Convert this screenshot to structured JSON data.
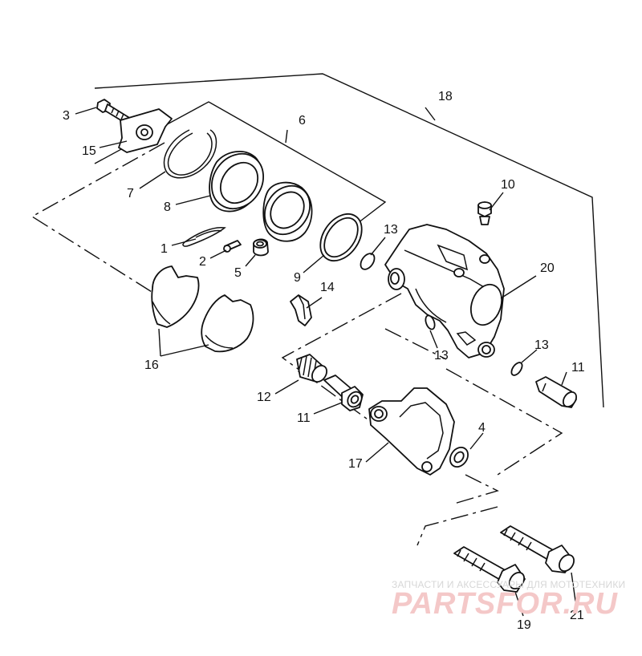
{
  "diagram": {
    "callouts": [
      "1",
      "2",
      "3",
      "4",
      "5",
      "6",
      "7",
      "8",
      "9",
      "10",
      "11",
      "11",
      "12",
      "13",
      "13",
      "13",
      "14",
      "15",
      "16",
      "17",
      "18",
      "19",
      "20",
      "21"
    ]
  },
  "watermark": {
    "tagline": "ЗАПЧАСТИ И АКСЕССУАРЫ ДЛЯ МОТОТЕХНИКИ",
    "logo": "PARTSFOR.RU",
    "color": "#f0c0c0"
  }
}
